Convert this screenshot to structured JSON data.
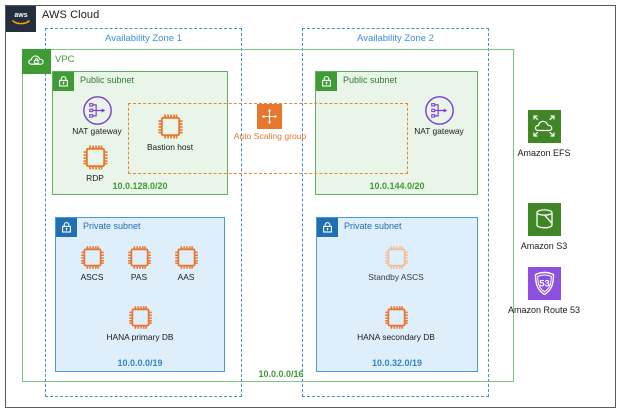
{
  "cloud": {
    "title": "AWS Cloud",
    "logo_icon": "aws-logo-icon"
  },
  "vpc": {
    "label": "VPC",
    "icon": "vpc-cloud-icon",
    "cidr": "10.0.0.0/16",
    "border_color": "#7ec87e"
  },
  "availability_zones": [
    {
      "label": "Availability Zone 1",
      "color": "#3f8ddb"
    },
    {
      "label": "Availability Zone 2",
      "color": "#3f8ddb"
    }
  ],
  "auto_scaling_group": {
    "label": "Auto Scaling group",
    "icon": "auto-scaling-group-icon",
    "color": "#e8762d"
  },
  "subnets": {
    "public_az1": {
      "title": "Public subnet",
      "cidr": "10.0.128.0/20",
      "lock_icon": "lock-icon",
      "nodes": [
        {
          "label": "NAT gateway",
          "icon": "nat-gateway-icon"
        },
        {
          "label": "RDP",
          "icon": "ec2-instance-icon"
        },
        {
          "label": "Bastion host",
          "icon": "ec2-instance-icon"
        }
      ]
    },
    "public_az2": {
      "title": "Public subnet",
      "cidr": "10.0.144.0/20",
      "lock_icon": "lock-icon",
      "nodes": [
        {
          "label": "NAT gateway",
          "icon": "nat-gateway-icon"
        }
      ]
    },
    "private_az1": {
      "title": "Private subnet",
      "cidr": "10.0.0.0/19",
      "lock_icon": "lock-icon",
      "nodes": [
        {
          "label": "ASCS",
          "icon": "ec2-instance-icon"
        },
        {
          "label": "PAS",
          "icon": "ec2-instance-icon"
        },
        {
          "label": "AAS",
          "icon": "ec2-instance-icon"
        },
        {
          "label": "HANA primary DB",
          "icon": "ec2-instance-icon"
        }
      ]
    },
    "private_az2": {
      "title": "Private subnet",
      "cidr": "10.0.32.0/19",
      "lock_icon": "lock-icon",
      "nodes": [
        {
          "label": "Standby ASCS",
          "icon": "ec2-instance-icon-faded"
        },
        {
          "label": "HANA secondary DB",
          "icon": "ec2-instance-icon"
        }
      ]
    }
  },
  "services": [
    {
      "label": "Amazon EFS",
      "icon": "amazon-efs-icon",
      "color": "#3f8624"
    },
    {
      "label": "Amazon S3",
      "icon": "amazon-s3-icon",
      "color": "#3f8624"
    },
    {
      "label": "Amazon Route 53",
      "icon": "amazon-route53-icon",
      "color": "#8c4fe0"
    }
  ]
}
